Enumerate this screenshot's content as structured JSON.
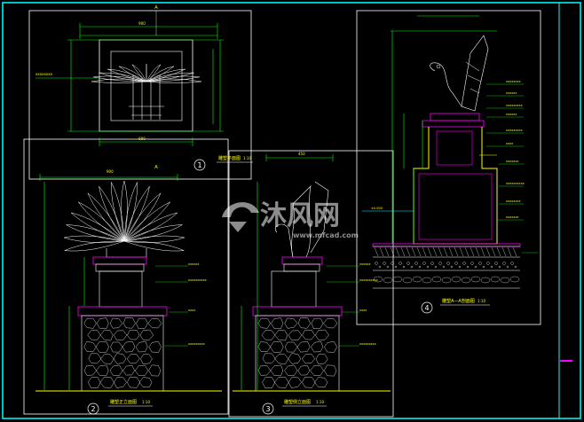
{
  "colors": {
    "background": "#000000",
    "frame": "#00ffff",
    "line": "#ffffff",
    "dimension": "#00ff00",
    "text": "#ffff00",
    "magenta": "#ff00ff"
  },
  "views": {
    "plan": {
      "number": "1",
      "title": "雕塑平面图",
      "scale": "1:10"
    },
    "front": {
      "number": "2",
      "title": "雕塑正立面图",
      "scale": "1:10"
    },
    "side": {
      "number": "3",
      "title": "雕塑侧立面图",
      "scale": "1:10"
    },
    "section": {
      "number": "4",
      "title": "雕塑A—A剖面图",
      "scale": "1:10"
    }
  },
  "section_marker": "A",
  "watermark": {
    "cn": "沐风网",
    "url": "www.mfcad.com"
  }
}
